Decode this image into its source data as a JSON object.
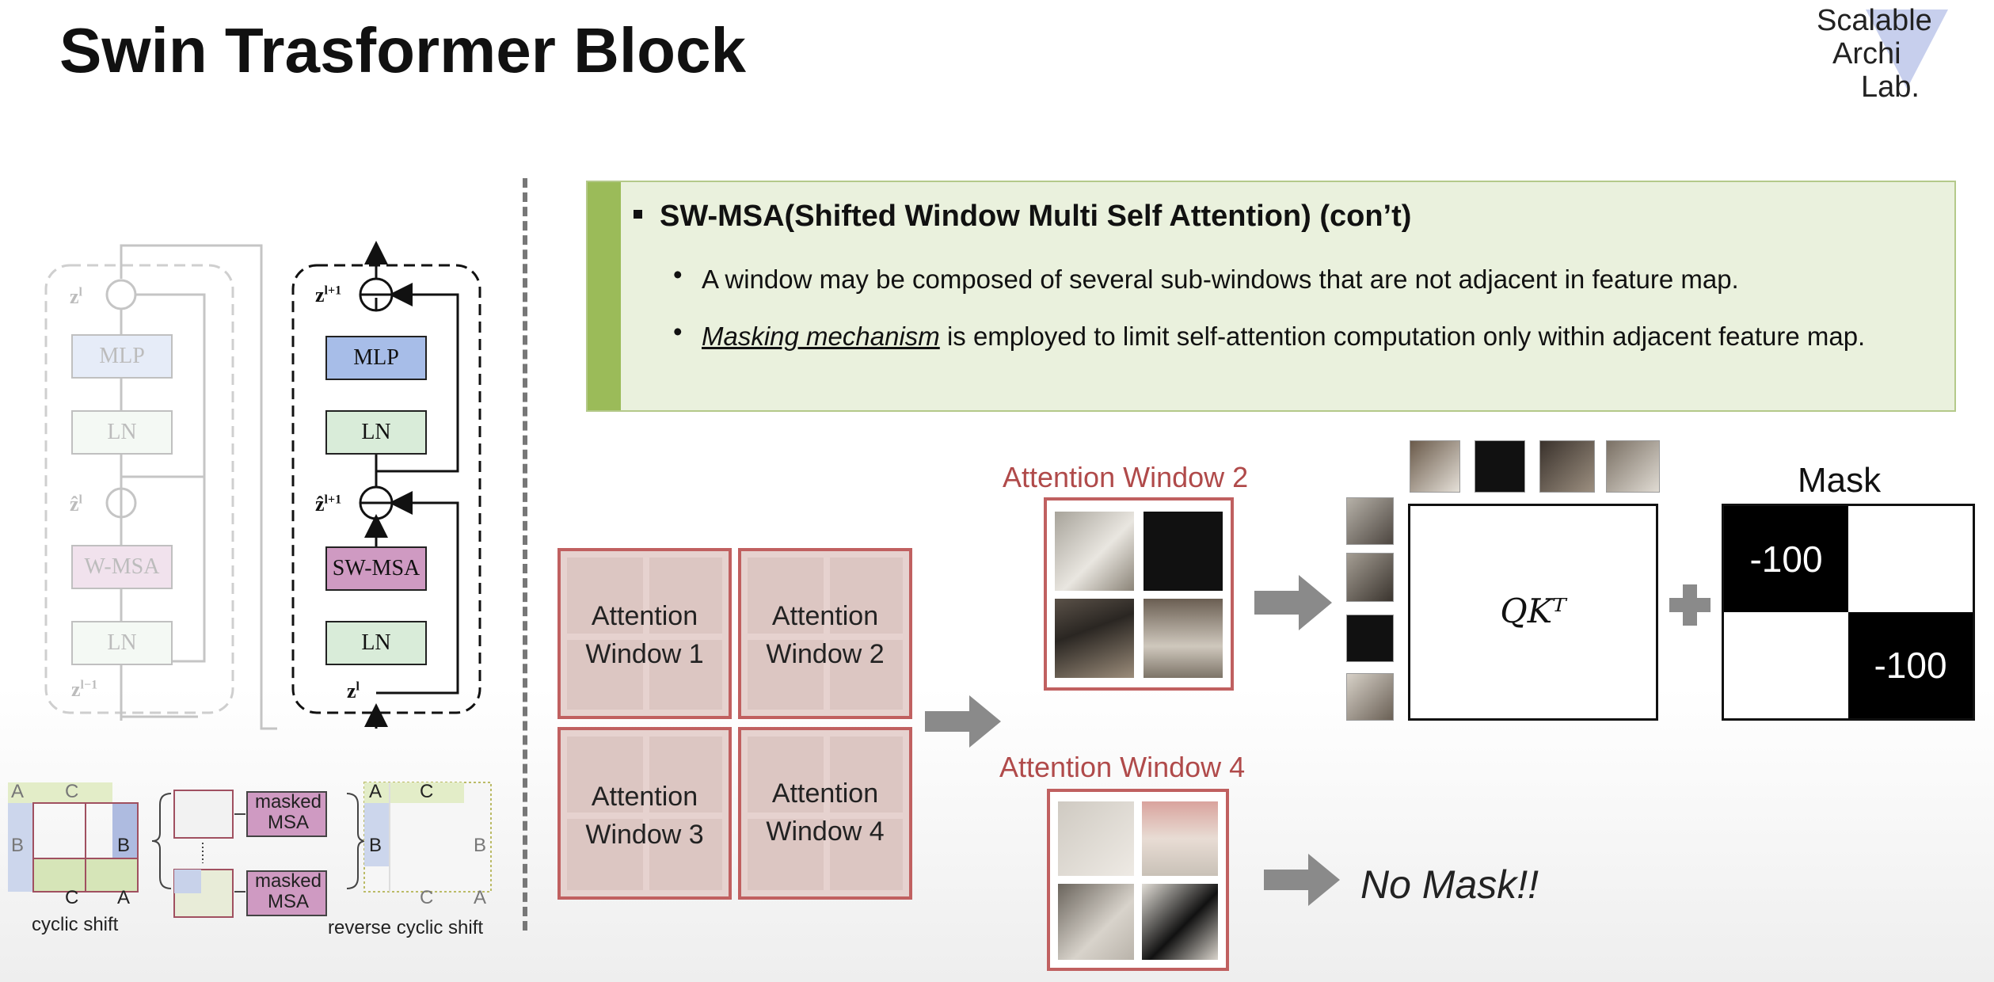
{
  "slide": {
    "title": "Swin Trasformer Block",
    "logo": {
      "line1": "Scalable",
      "line2": "Archi",
      "line3": "Lab."
    }
  },
  "note": {
    "heading": "SW-MSA(Shifted Window Multi Self Attention) (con’t)",
    "bullet1": "A window may be composed of several sub-windows that are not adjacent in feature map.",
    "bullet2_em": "Masking mechanism",
    "bullet2_rest": " is employed to limit self-attention computation only within  adjacent feature map.",
    "bullet_char": "•"
  },
  "block_diagram": {
    "left": {
      "top_label": "z",
      "top_sup": "l",
      "mlp": "MLP",
      "ln1": "LN",
      "mid_label": "ẑ",
      "mid_sup": "l",
      "msa": "W-MSA",
      "ln2": "LN",
      "bottom_label": "z",
      "bottom_sup": "l−1"
    },
    "right": {
      "top_label": "z",
      "top_sup": "l+1",
      "mlp": "MLP",
      "ln1": "LN",
      "mid_label": "ẑ",
      "mid_sup": "l+1",
      "msa": "SW-MSA",
      "ln2": "LN",
      "bottom_label": "z",
      "bottom_sup": "l"
    },
    "colors": {
      "mlp": "#a7bde8",
      "ln": "#d9ecd9",
      "msa": "#cf9ac2"
    }
  },
  "shift_diagram": {
    "a": "A",
    "b": "B",
    "c": "C",
    "masked1": "masked\nMSA",
    "masked2": "masked\nMSA",
    "cyclic_shift": "cyclic shift",
    "reverse_cyclic_shift": "reverse cyclic shift"
  },
  "windows": {
    "w1": "Attention\nWindow 1",
    "w2": "Attention\nWindow 2",
    "w3": "Attention\nWindow 3",
    "w4": "Attention\nWindow 4"
  },
  "attention": {
    "window2_caption": "Attention Window 2",
    "window4_caption": "Attention Window 4",
    "qk_label": "QKᵀ",
    "mask_title": "Mask",
    "mask_value_1": "-100",
    "mask_value_2": "-100",
    "no_mask": "No Mask!!"
  }
}
